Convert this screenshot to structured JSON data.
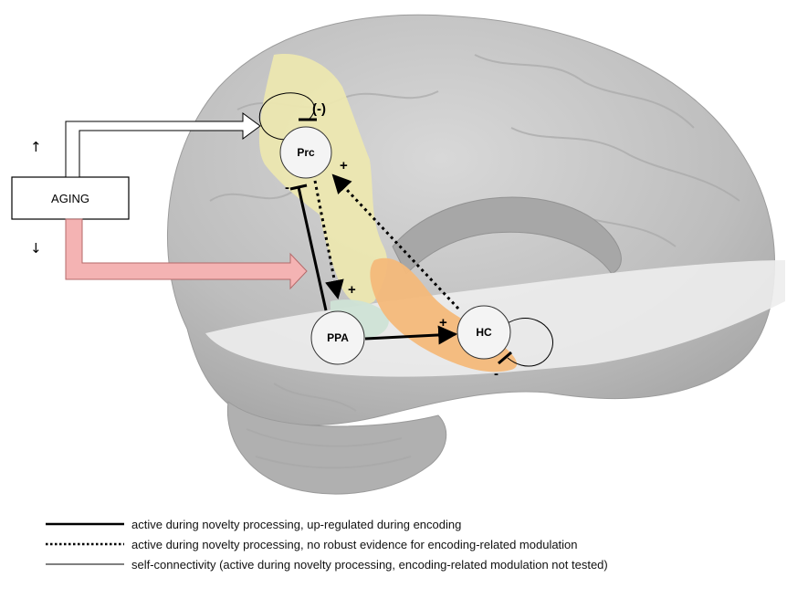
{
  "aging": {
    "label": "AGING",
    "up_symbol": "↑",
    "down_symbol": "↓"
  },
  "nodes": {
    "prc": {
      "label": "Prc"
    },
    "ppa": {
      "label": "PPA"
    },
    "hc": {
      "label": "HC"
    }
  },
  "signs": {
    "prc_self": "(-)",
    "prc_from_hc": "+",
    "prc_to_ppa_start": "-",
    "ppa_top": "+",
    "hc_from_ppa": "+",
    "hc_self": "-"
  },
  "legend": [
    {
      "style": "solid-thick",
      "text": "active during novelty processing, up-regulated during encoding"
    },
    {
      "style": "dotted",
      "text": "active during novelty processing, no robust evidence for encoding-related modulation"
    },
    {
      "style": "solid-thin",
      "text": "self-connectivity (active during novelty processing, encoding-related modulation not tested)"
    }
  ],
  "colors": {
    "precuneus_region": "#ece7b0",
    "hippocampus_region": "#f4b97a",
    "ppa_region": "#cfe3d6",
    "aging_decrease_arrow": "#f4b3b3",
    "brain": "#bfbfbf"
  }
}
